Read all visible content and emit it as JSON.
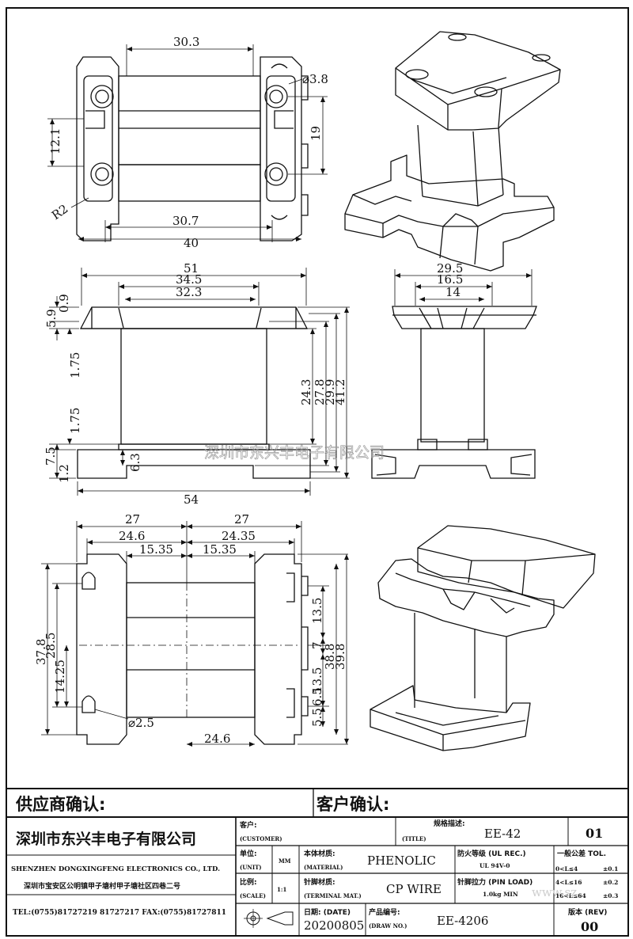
{
  "view_top": {
    "dims": [
      "30.3",
      "⌀3.8",
      "12.1",
      "19",
      "R2",
      "30.7",
      "40"
    ]
  },
  "view_front": {
    "dims": [
      "51",
      "34.5",
      "32.3",
      "5.9",
      "0.9",
      "1.75",
      "1.75",
      "24.3",
      "27.8",
      "29.9",
      "41.2",
      "7.5",
      "1.2",
      "6.3",
      "54"
    ]
  },
  "view_side": {
    "dims": [
      "29.5",
      "16.5",
      "14"
    ]
  },
  "view_bottom": {
    "dims": [
      "27",
      "27",
      "24.6",
      "24.35",
      "15.35",
      "15.35",
      "37.8",
      "28.5",
      "14.25",
      "13.5",
      "7",
      "13.5",
      "6.5",
      "5.5",
      "38.8",
      "39.8",
      "⌀2.5",
      "24.6"
    ]
  },
  "watermark": {
    "text": "深圳市东兴丰电子有限公司",
    "url": "www.sz"
  },
  "title_block": {
    "supplier_confirm": "供应商确认:",
    "customer_confirm": "客户确认:",
    "company_cn": "深圳市东兴丰电子有限公司",
    "company_en": "SHENZHEN DONGXINGFENG ELECTRONICS CO., LTD.",
    "address": "深圳市宝安区公明镇甲子塘村甲子塘社区四巷二号",
    "phone": "TEL:(0755)81727219  81727217   FAX:(0755)81727811",
    "customer_label": "客户:",
    "customer_sub": "(CUSTOMER)",
    "spec_label": "规格描述:",
    "title_sub": "(TITLE)",
    "title_value": "EE-42",
    "sheet_no": "01",
    "unit_label": "单位:",
    "unit_sub": "(UNIT)",
    "unit_value": "MM",
    "material_label": "本体材质:",
    "material_sub": "(MATERIAL)",
    "material_value": "PHENOLIC",
    "fire_label": "防火等级 (UL REC.)",
    "fire_value": "UL 94V-0",
    "tol_label": "一般公差 TOL.",
    "tol_rows": [
      {
        "range": "0<L≤4",
        "tol": "±0.1"
      },
      {
        "range": "4<L≤16",
        "tol": "±0.2"
      },
      {
        "range": "16<L≤64",
        "tol": "±0.3"
      }
    ],
    "scale_label": "比例:",
    "scale_sub": "(SCALE)",
    "scale_value": "1:1",
    "terminal_label": "针脚材质:",
    "terminal_sub": "(TERMINAL MAT.)",
    "terminal_value": "CP WIRE",
    "pinload_label": "针脚拉力 (PIN LOAD)",
    "pinload_value": "1.0kg MIN",
    "date_label": "日期:   (DATE)",
    "date_value": "20200805",
    "drawno_label": "产品编号:",
    "drawno_sub": "(DRAW NO.)",
    "drawno_value": "EE-4206",
    "rev_label": "版本 (REV)",
    "rev_value": "00"
  }
}
